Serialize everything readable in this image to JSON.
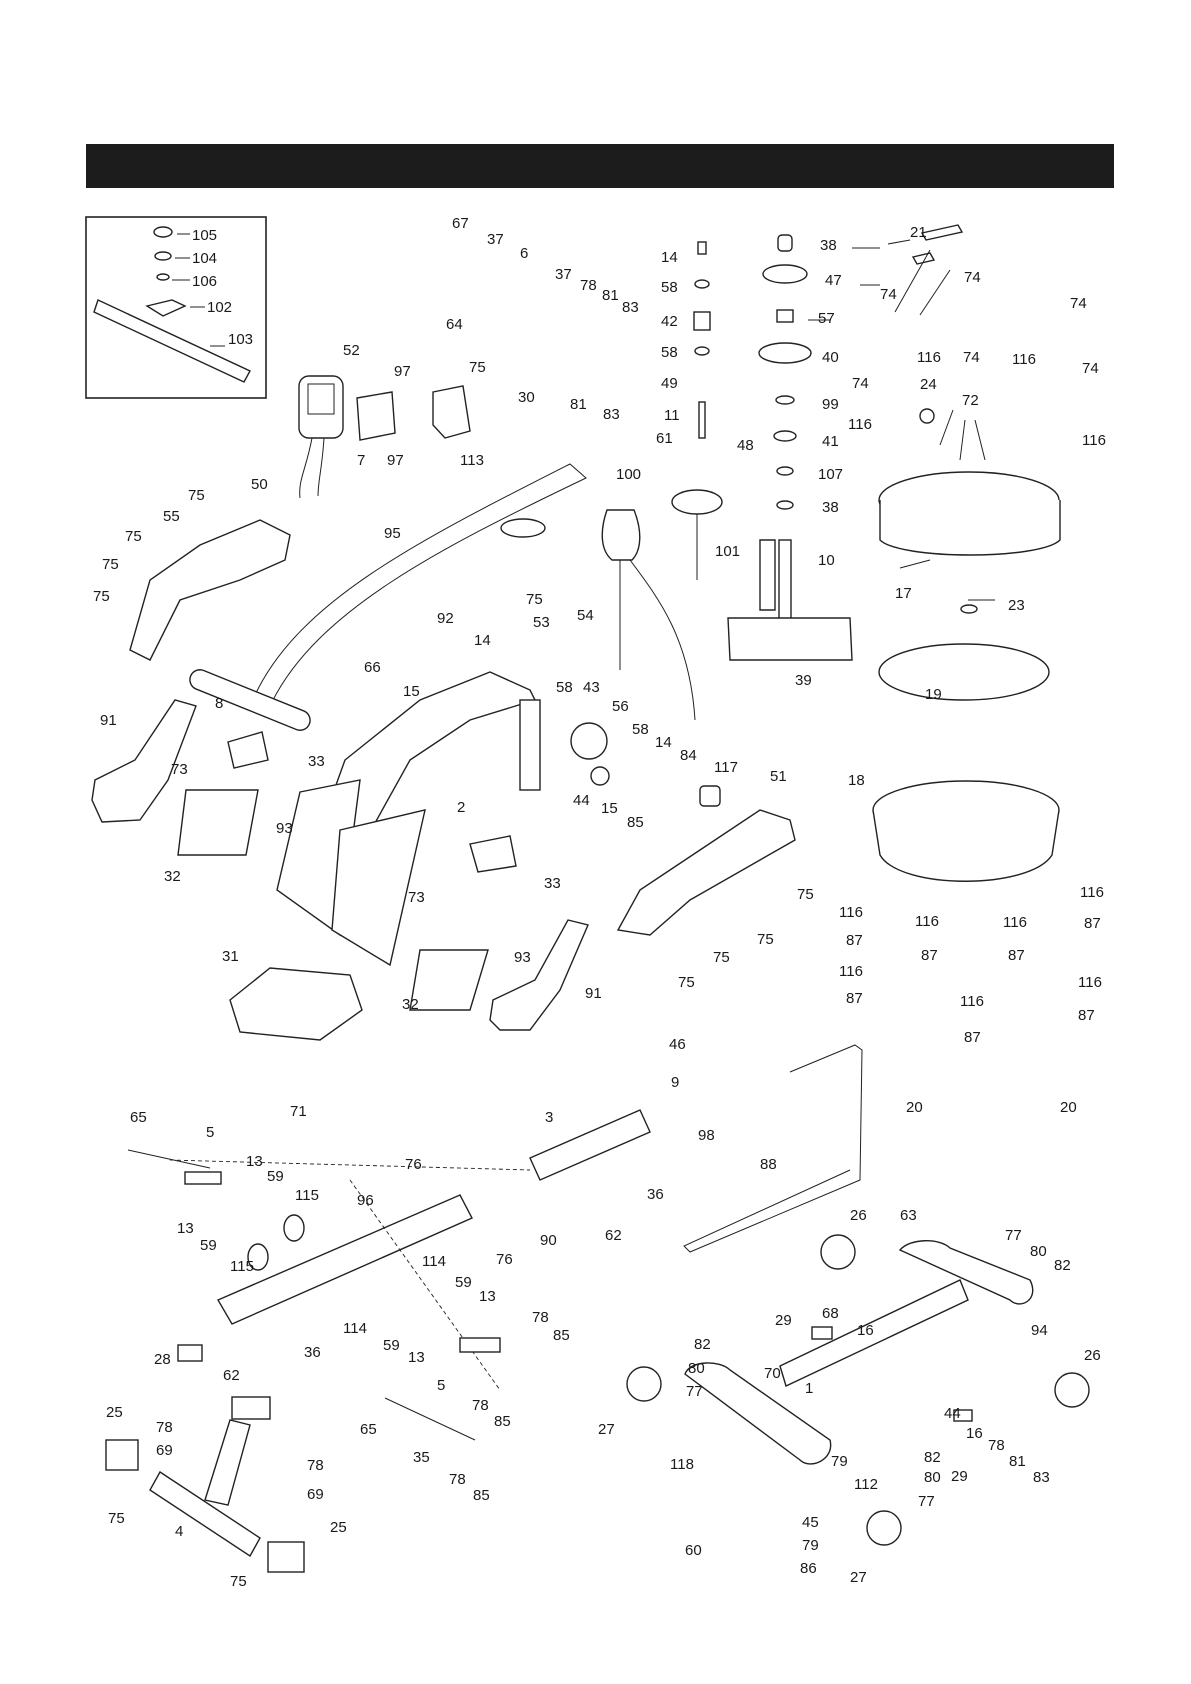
{
  "title_bar": {
    "color": "#1c1c1c",
    "text": ""
  },
  "inset": {
    "labels": [
      "105",
      "104",
      "106",
      "102",
      "103"
    ]
  },
  "labels": [
    "105",
    "104",
    "106",
    "102",
    "103",
    "67",
    "37",
    "6",
    "37",
    "78",
    "81",
    "83",
    "64",
    "30",
    "81",
    "83",
    "14",
    "58",
    "42",
    "58",
    "49",
    "11",
    "61",
    "38",
    "47",
    "57",
    "40",
    "99",
    "48",
    "41",
    "107",
    "38",
    "10",
    "39",
    "21",
    "74",
    "74",
    "74",
    "74",
    "116",
    "74",
    "116",
    "74",
    "24",
    "72",
    "116",
    "116",
    "17",
    "23",
    "52",
    "97",
    "75",
    "7",
    "97",
    "113",
    "50",
    "75",
    "55",
    "75",
    "75",
    "75",
    "95",
    "100",
    "101",
    "8",
    "92",
    "75",
    "53",
    "54",
    "66",
    "14",
    "15",
    "58",
    "43",
    "56",
    "58",
    "14",
    "84",
    "44",
    "15",
    "85",
    "117",
    "19",
    "18",
    "51",
    "75",
    "75",
    "75",
    "75",
    "91",
    "73",
    "33",
    "93",
    "32",
    "2",
    "33",
    "73",
    "93",
    "32",
    "91",
    "31",
    "116",
    "116",
    "87",
    "116",
    "87",
    "116",
    "87",
    "87",
    "116",
    "87",
    "116",
    "116",
    "87",
    "87",
    "71",
    "46",
    "9",
    "98",
    "3",
    "90",
    "36",
    "62",
    "88",
    "20",
    "20",
    "65",
    "5",
    "13",
    "59",
    "115",
    "76",
    "96",
    "13",
    "59",
    "115",
    "76",
    "114",
    "59",
    "13",
    "114",
    "59",
    "13",
    "78",
    "85",
    "5",
    "78",
    "85",
    "28",
    "36",
    "62",
    "26",
    "63",
    "77",
    "80",
    "82",
    "68",
    "16",
    "94",
    "29",
    "82",
    "80",
    "77",
    "70",
    "1",
    "44",
    "16",
    "78",
    "81",
    "83",
    "26",
    "27",
    "118",
    "79",
    "112",
    "82",
    "80",
    "77",
    "29",
    "25",
    "78",
    "69",
    "78",
    "69",
    "75",
    "4",
    "25",
    "75",
    "65",
    "35",
    "78",
    "85",
    "45",
    "79",
    "86",
    "60",
    "27"
  ],
  "icons": [
    "parts-diagram-icon"
  ]
}
